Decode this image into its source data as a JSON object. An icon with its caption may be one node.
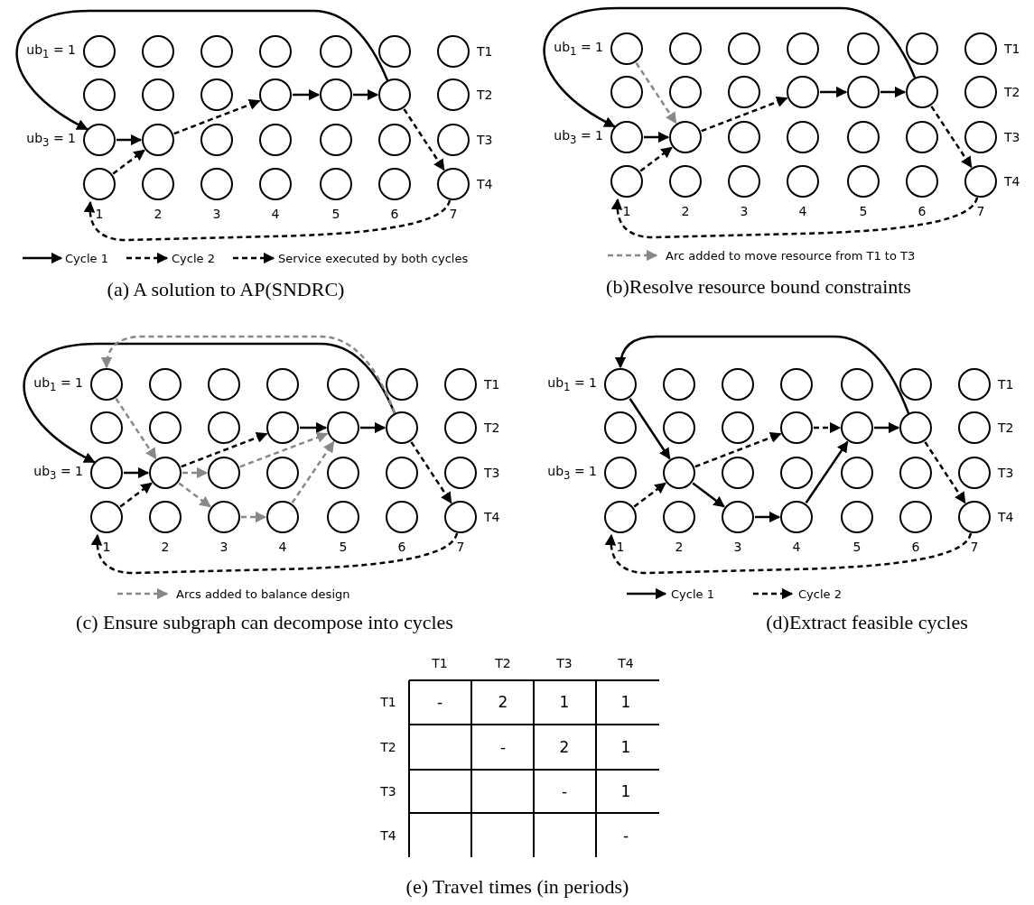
{
  "diagram": {
    "nodes": [
      {
        "text": [],
        "shape": "circle"
      },
      {
        "text": [],
        "shape": "circle"
      },
      {
        "text": [],
        "shape": "circle"
      },
      {
        "text": [],
        "shape": "circle"
      },
      {
        "text": [],
        "shape": "circle"
      },
      {
        "text": [],
        "shape": "circle"
      },
      {
        "text": [],
        "shape": "circle"
      },
      {
        "text": [],
        "shape": "circle"
      },
      {
        "text": [],
        "shape": "circle"
      },
      {
        "text": [],
        "shape": "circle"
      },
      {
        "text": [],
        "shape": "circle"
      },
      {
        "text": [],
        "shape": "circle"
      },
      {
        "text": [],
        "shape": "circle"
      },
      {
        "text": [],
        "shape": "circle"
      },
      {
        "text": [],
        "shape": "circle"
      },
      {
        "text": [],
        "shape": "circle"
      },
      {
        "text": [],
        "shape": "circle"
      },
      {
        "text": [],
        "shape": "circle"
      },
      {
        "text": [],
        "shape": "circle"
      },
      {
        "text": [],
        "shape": "circle"
      },
      {
        "text": [],
        "shape": "circle"
      },
      {
        "text": [],
        "shape": "circle"
      },
      {
        "text": [],
        "shape": "circle"
      },
      {
        "text": [],
        "shape": "circle"
      },
      {
        "text": [],
        "shape": "circle"
      },
      {
        "text": [],
        "shape": "circle"
      },
      {
        "text": [],
        "shape": "circle"
      },
      {
        "text": [],
        "shape": "circle"
      },
      {
        "text": [],
        "shape": "circle"
      },
      {
        "text": [],
        "shape": "circle"
      },
      {
        "text": [],
        "shape": "circle"
      },
      {
        "text": [],
        "shape": "circle"
      },
      {
        "text": [],
        "shape": "circle"
      },
      {
        "text": [],
        "shape": "circle"
      },
      {
        "text": [],
        "shape": "circle"
      },
      {
        "text": [],
        "shape": "circle"
      },
      {
        "text": [],
        "shape": "circle"
      },
      {
        "text": [],
        "shape": "circle"
      },
      {
        "text": [],
        "shape": "circle"
      },
      {
        "text": [],
        "shape": "circle"
      },
      {
        "text": [],
        "shape": "circle"
      },
      {
        "text": [],
        "shape": "circle"
      },
      {
        "text": [],
        "shape": "circle"
      },
      {
        "text": [],
        "shape": "circle"
      },
      {
        "text": [],
        "shape": "circle"
      },
      {
        "text": [],
        "shape": "circle"
      },
      {
        "text": [],
        "shape": "circle"
      },
      {
        "text": [],
        "shape": "circle"
      },
      {
        "text": [],
        "shape": "circle"
      },
      {
        "text": [],
        "shape": "circle"
      },
      {
        "text": [],
        "shape": "circle"
      },
      {
        "text": [],
        "shape": "circle"
      },
      {
        "text": [],
        "shape": "circle"
      },
      {
        "text": [],
        "shape": "circle"
      },
      {
        "text": [],
        "shape": "circle"
      },
      {
        "text": [],
        "shape": "circle"
      },
      {
        "text": [],
        "shape": "circle"
      },
      {
        "text": [],
        "shape": "circle"
      },
      {
        "text": [],
        "shape": "circle"
      },
      {
        "text": [],
        "shape": "circle"
      },
      {
        "text": [],
        "shape": "circle"
      },
      {
        "text": [],
        "shape": "circle"
      },
      {
        "text": [],
        "shape": "circle"
      },
      {
        "text": [],
        "shape": "circle"
      },
      {
        "text": [],
        "shape": "circle"
      },
      {
        "text": [],
        "shape": "circle"
      },
      {
        "text": [],
        "shape": "circle"
      },
      {
        "text": [],
        "shape": "circle"
      },
      {
        "text": [],
        "shape": "circle"
      },
      {
        "text": [],
        "shape": "circle"
      },
      {
        "text": [],
        "shape": "circle"
      },
      {
        "text": [],
        "shape": "circle"
      },
      {
        "text": [],
        "shape": "circle"
      },
      {
        "text": [],
        "shape": "circle"
      },
      {
        "text": [],
        "shape": "circle"
      },
      {
        "text": [],
        "shape": "circle"
      },
      {
        "text": [],
        "shape": "circle"
      },
      {
        "text": [],
        "shape": "circle"
      },
      {
        "text": [],
        "shape": "circle"
      },
      {
        "text": [],
        "shape": "circle"
      },
      {
        "text": [],
        "shape": "circle"
      },
      {
        "text": [],
        "shape": "circle"
      },
      {
        "text": [],
        "shape": "circle"
      },
      {
        "text": [],
        "shape": "circle"
      },
      {
        "text": [],
        "shape": "circle"
      },
      {
        "text": [],
        "shape": "circle"
      },
      {
        "text": [],
        "shape": "circle"
      },
      {
        "text": [],
        "shape": "circle"
      },
      {
        "text": [],
        "shape": "circle"
      },
      {
        "text": [],
        "shape": "circle"
      },
      {
        "text": [],
        "shape": "circle"
      },
      {
        "text": [],
        "shape": "circle"
      },
      {
        "text": [],
        "shape": "circle"
      },
      {
        "text": [],
        "shape": "circle"
      },
      {
        "text": [],
        "shape": "circle"
      },
      {
        "text": [],
        "shape": "circle"
      },
      {
        "text": [],
        "shape": "circle"
      },
      {
        "text": [],
        "shape": "circle"
      },
      {
        "text": [],
        "shape": "circle"
      },
      {
        "text": [],
        "shape": "circle"
      },
      {
        "text": [],
        "shape": "circle"
      },
      {
        "text": [],
        "shape": "circle"
      },
      {
        "text": [],
        "shape": "circle"
      },
      {
        "text": [],
        "shape": "circle"
      },
      {
        "text": [],
        "shape": "circle"
      },
      {
        "text": [],
        "shape": "circle"
      },
      {
        "text": [],
        "shape": "circle"
      },
      {
        "text": [],
        "shape": "circle"
      },
      {
        "text": [],
        "shape": "circle"
      },
      {
        "text": [],
        "shape": "circle"
      },
      {
        "text": [],
        "shape": "circle"
      },
      {
        "text": [],
        "shape": "circle"
      }
    ],
    "edges": [
      {
        "from": 12,
        "to": 14,
        "arrow": "to"
      },
      {
        "from": 14,
        "to": 15,
        "arrow": "to"
      },
      {
        "from": 15,
        "to": 10,
        "arrow": "to",
        "style": "dashed"
      },
      {
        "from": 10,
        "to": 11,
        "arrow": "to"
      },
      {
        "from": 11,
        "to": 12,
        "arrow": "to"
      },
      {
        "from": 12,
        "to": 27,
        "arrow": "to",
        "style": "dashed"
      },
      {
        "from": 27,
        "to": 21,
        "arrow": "to",
        "style": "dashed"
      },
      {
        "from": 21,
        "to": 15,
        "arrow": "to",
        "style": "dashed"
      },
      {
        "from": 40,
        "to": 42,
        "arrow": "to"
      },
      {
        "from": 42,
        "to": 43,
        "arrow": "to"
      },
      {
        "from": 43,
        "to": 38,
        "arrow": "to",
        "style": "dashed"
      },
      {
        "from": 38,
        "to": 39,
        "arrow": "to"
      },
      {
        "from": 39,
        "to": 40,
        "arrow": "to"
      },
      {
        "from": 40,
        "to": 55,
        "arrow": "to",
        "style": "dashed"
      },
      {
        "from": 55,
        "to": 49,
        "arrow": "to",
        "style": "dashed"
      },
      {
        "from": 49,
        "to": 43,
        "arrow": "to",
        "style": "dashed"
      },
      {
        "from": 28,
        "to": 43,
        "arrow": "to",
        "style": "dashed",
        "color": "#888888"
      },
      {
        "from": 68,
        "to": 70,
        "arrow": "to"
      },
      {
        "from": 70,
        "to": 71,
        "arrow": "to"
      },
      {
        "from": 71,
        "to": 66,
        "arrow": "to",
        "style": "dashed"
      },
      {
        "from": 66,
        "to": 67,
        "arrow": "to"
      },
      {
        "from": 67,
        "to": 68,
        "arrow": "to"
      },
      {
        "from": 68,
        "to": 83,
        "arrow": "to",
        "style": "dashed"
      },
      {
        "from": 83,
        "to": 77,
        "arrow": "to",
        "style": "dashed"
      },
      {
        "from": 77,
        "to": 71,
        "arrow": "to",
        "style": "dashed"
      },
      {
        "from": 68,
        "to": 56,
        "arrow": "to",
        "style": "dashed",
        "color": "#888888"
      },
      {
        "from": 56,
        "to": 71,
        "arrow": "to",
        "style": "dashed",
        "color": "#888888"
      },
      {
        "from": 71,
        "to": 72,
        "arrow": "to",
        "style": "dashed",
        "color": "#888888"
      },
      {
        "from": 72,
        "to": 67,
        "arrow": "to",
        "style": "dashed",
        "color": "#888888"
      },
      {
        "from": 71,
        "to": 79,
        "arrow": "to",
        "style": "dashed",
        "color": "#888888"
      },
      {
        "from": 79,
        "to": 80,
        "arrow": "to",
        "style": "dashed",
        "color": "#888888"
      },
      {
        "from": 80,
        "to": 67,
        "arrow": "to",
        "style": "dashed",
        "color": "#888888"
      },
      {
        "from": 96,
        "to": 84,
        "arrow": "to"
      },
      {
        "from": 84,
        "to": 99,
        "arrow": "to"
      },
      {
        "from": 99,
        "to": 107,
        "arrow": "to"
      },
      {
        "from": 107,
        "to": 108,
        "arrow": "to"
      },
      {
        "from": 108,
        "to": 95,
        "arrow": "to"
      },
      {
        "from": 95,
        "to": 96,
        "arrow": "to"
      },
      {
        "from": 105,
        "to": 99,
        "arrow": "to",
        "style": "dashed"
      },
      {
        "from": 99,
        "to": 94,
        "arrow": "to",
        "style": "dashed"
      },
      {
        "from": 94,
        "to": 95,
        "arrow": "to",
        "style": "dashed"
      },
      {
        "from": 96,
        "to": 111,
        "arrow": "to",
        "style": "dashed"
      },
      {
        "from": 111,
        "to": 105,
        "arrow": "to",
        "style": "dashed"
      }
    ],
    "labels": [
      "ub$_{1}$ = 1",
      "T1",
      "T2",
      "ub$_{3}$ = 1",
      "T3",
      "T4",
      "1",
      "2",
      "3",
      "4",
      "5",
      "6",
      "7",
      "(a) A solution to AP(SNDRC)",
      "ub$_{1}$ = 1",
      "T1",
      "T2",
      "ub$_{3}$ = 1",
      "T3",
      "T4",
      "1",
      "2",
      "3",
      "4",
      "5",
      "6",
      "7",
      "(b)Resolve resource bound constraints",
      "ub$_{1}$ = 1",
      "T1",
      "T2",
      "ub$_{3}$ = 1",
      "T3",
      "T4",
      "1",
      "2",
      "3",
      "4",
      "5",
      "6",
      "7",
      "(c) Ensure subgraph can decompose into cycles",
      "ub$_{1}$ = 1",
      "T1",
      "T2",
      "ub$_{3}$ = 1",
      "T3",
      "T4",
      "1",
      "2",
      "3",
      "4",
      "5",
      "6",
      "7",
      "(d)Extract feasible cycles",
      "T1",
      "T2",
      "T3",
      "T4",
      "T1",
      "-",
      "2",
      "1",
      "1",
      "T2",
      "-",
      "2",
      "1",
      "T3",
      "-",
      "1",
      "T4",
      "-",
      "(e) Travel times (in periods)"
    ],
    "legend": [
      {
        "text": "Cycle 1"
      },
      {
        "text": "Cycle 2"
      },
      {
        "text": "Service executed by both cycles"
      },
      {
        "text": "Arc added to move resource from T1 to T3"
      },
      {
        "text": "Arcs added to balance design"
      },
      {
        "text": "Cycle 1"
      },
      {
        "text": "Cycle 2"
      }
    ]
  }
}
